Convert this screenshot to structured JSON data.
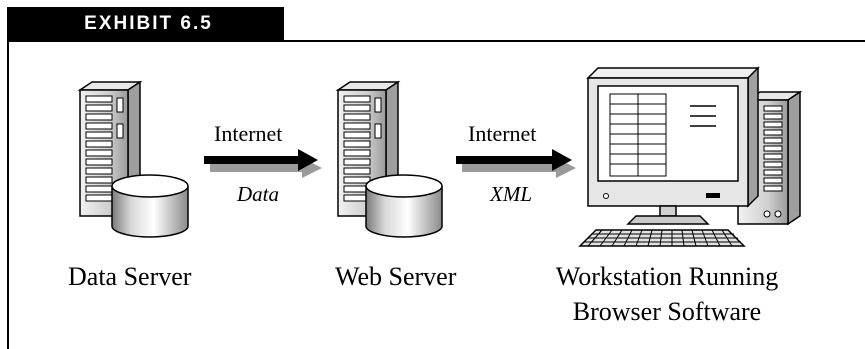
{
  "exhibit": {
    "label": "EXHIBIT 6.5"
  },
  "nodes": [
    {
      "id": "data-server",
      "caption": "Data Server"
    },
    {
      "id": "web-server",
      "caption": "Web Server"
    },
    {
      "id": "workstation",
      "caption_lines": [
        "Workstation Running",
        "Browser Software"
      ]
    }
  ],
  "connections": [
    {
      "from": "data-server",
      "to": "web-server",
      "medium": "Internet",
      "payload": "Data"
    },
    {
      "from": "web-server",
      "to": "workstation",
      "medium": "Internet",
      "payload": "XML"
    }
  ],
  "colors": {
    "ink": "#000000",
    "tower": "#d9d9d9",
    "shade": "#8c8c8c",
    "screen": "#ffffff",
    "monitor": "#e6e6e6"
  }
}
